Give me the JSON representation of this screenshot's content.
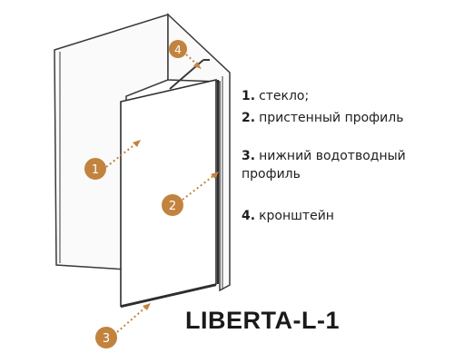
{
  "callouts": [
    "1",
    "2",
    "3",
    "4"
  ],
  "legend": [
    {
      "number": "1.",
      "text": "стекло;"
    },
    {
      "number": "2.",
      "text": "пристенный профиль"
    },
    {
      "number": "3.",
      "text": "нижний водотводный профиль"
    },
    {
      "number": "4.",
      "text": "кронштейн"
    }
  ],
  "model": "LIBERTA-L-1",
  "colors": {
    "callout": "#c2833e",
    "line": "#3a3a3a",
    "text": "#1e1e1e"
  }
}
